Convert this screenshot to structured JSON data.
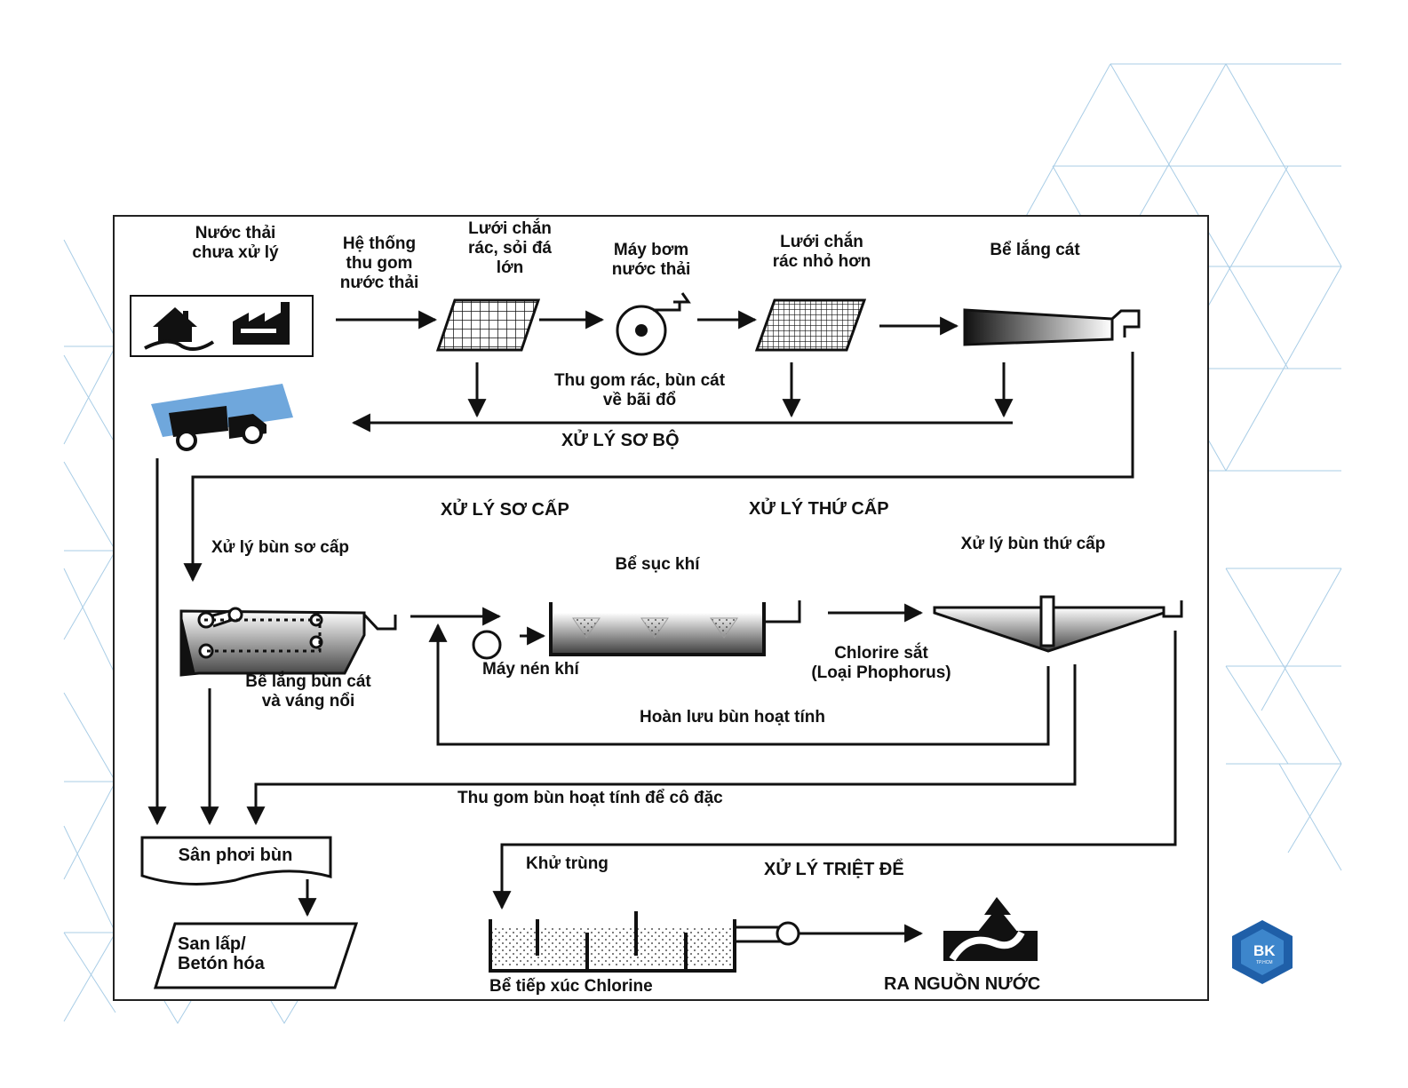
{
  "stages": {
    "raw_wastewater": "Nước thải\nchưa xử lý",
    "collection_system": "Hệ thống\nthu gom\nnước thải",
    "coarse_screen": "Lưới chắn\nrác, sỏi đá\nlớn",
    "pump": "Máy bơm\nnước thải",
    "fine_screen": "Lưới chắn\nrác nhỏ hơn",
    "grit_chamber": "Bể lắng cát",
    "collect_note": "Thu gom rác, bùn cát\nvề bãi đổ",
    "primary_sludge": "Xử lý bùn sơ cấp",
    "aeration_tank": "Bể sục khí",
    "secondary_sludge": "Xử lý bùn thứ cấp",
    "grit_scum_tank": "Bể lắng bùn cát\nvà váng nổi",
    "air_compressor": "Máy nén khí",
    "ferric_chloride": "Chlorire sắt\n(Loại Phophorus)",
    "sludge_recycle": "Hoàn lưu bùn hoạt tính",
    "thickening": "Thu gom bùn hoạt tính để cô đặc",
    "drying_bed": "Sân phơi bùn",
    "landfill": "San lấp/\nBetón hóa",
    "disinfection": "Khử trùng",
    "chlorine_tank": "Bể tiếp xúc Chlorine",
    "receiving_water": "RA NGUỒN NƯỚC"
  },
  "sections": {
    "preliminary": "XỬ LÝ SƠ BỘ",
    "primary": "XỬ LÝ SƠ CẤP",
    "secondary": "XỬ LÝ THỨ CẤP",
    "tertiary": "XỬ LÝ TRIỆT ĐỂ"
  },
  "logo": {
    "text": "BK",
    "sub": "TP.HCM",
    "color": "#1f5fa8"
  },
  "colors": {
    "lines": "#111111",
    "background_pattern": "#a9cde6"
  }
}
